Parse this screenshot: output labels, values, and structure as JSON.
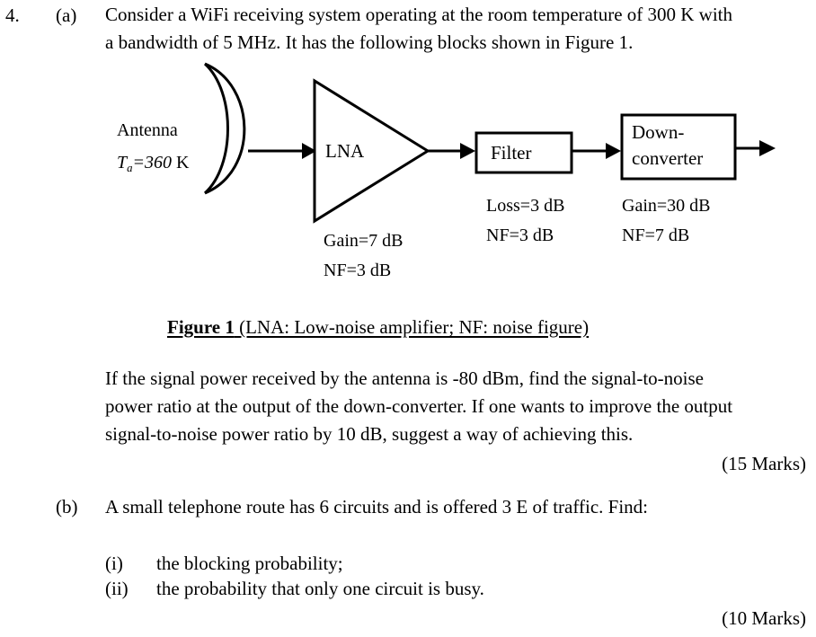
{
  "question": {
    "number": "4.",
    "parts": [
      {
        "label": "(a)",
        "text": "Consider a WiFi receiving system operating at the room temperature of 300 K with a bandwidth of 5 MHz. It has the following blocks shown in Figure 1.",
        "line1": "Consider a WiFi receiving system operating at the room temperature of 300 K with",
        "line2": "a bandwidth of 5 MHz. It has the following blocks shown in Figure 1.",
        "marks": "(15 Marks)"
      },
      {
        "label": "(b)",
        "text": "A small telephone route has 6 circuits and is offered 3 E of traffic. Find:",
        "marks": "(10 Marks)",
        "items": [
          {
            "marker": "(i)",
            "text": "the blocking probability;"
          },
          {
            "marker": "(ii)",
            "text": "the probability that only one circuit is busy."
          }
        ]
      }
    ],
    "body_paragraph": {
      "line1": "If the signal power received by the antenna is -80 dBm, find the signal-to-noise",
      "line2": "power ratio at the output of the down-converter.  If one wants to improve the output",
      "line3": "signal-to-noise power ratio by 10 dB, suggest a way of achieving this."
    }
  },
  "figure": {
    "caption_bold": "Figure 1",
    "caption_rest": " (LNA: Low-noise amplifier; NF: noise figure)",
    "antenna": {
      "label": "Antenna",
      "temp_symbol": "T",
      "temp_subscript": "a",
      "temp_value": "=360",
      "temp_unit": " K"
    },
    "blocks": [
      {
        "name": "lna",
        "label": "LNA",
        "shape": "triangle",
        "specs": [
          "Gain=7 dB",
          "NF=3 dB"
        ]
      },
      {
        "name": "filter",
        "label": "Filter",
        "shape": "rect",
        "specs": [
          "Loss=3 dB",
          "NF=3 dB"
        ],
        "specs_parts": [
          {
            "prefix": "Loss=",
            "value": "3",
            "suffix": " dB"
          },
          {
            "prefix": "NF=",
            "value": "3",
            "suffix": " dB"
          }
        ]
      },
      {
        "name": "down-converter",
        "label_line1": "Down-",
        "label_line2": "converter",
        "shape": "rect",
        "specs": [
          "Gain=30 dB",
          "NF=7 dB"
        ]
      }
    ],
    "colors": {
      "stroke": "#000000",
      "background": "#ffffff"
    }
  }
}
